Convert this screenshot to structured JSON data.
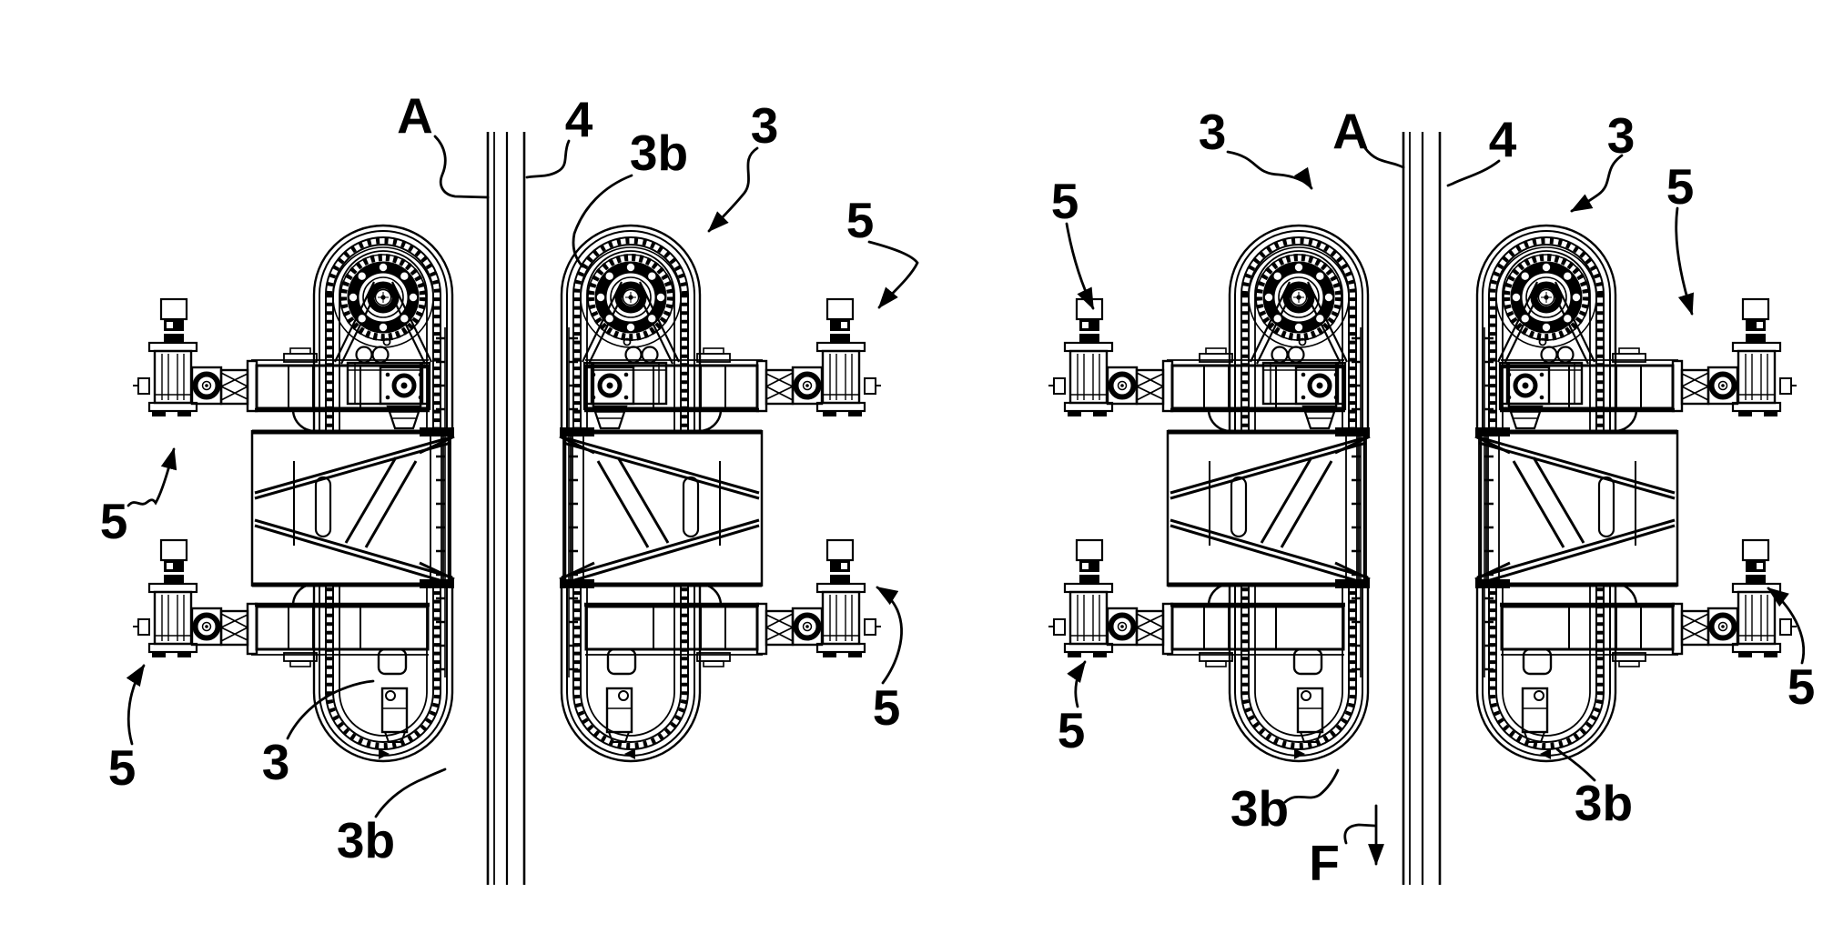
{
  "drawing": {
    "background": "#ffffff",
    "line_color": "#000000",
    "assemblies": {
      "left": {
        "labels": {
          "section_a": "A",
          "mast": "4",
          "chain_top": "3b",
          "track_top": "3",
          "motor_top_right": "5",
          "motor_mid_left": "5",
          "motor_bottom_left": "5",
          "motor_bottom_right": "5",
          "track_bottom": "3",
          "chain_bottom": "3b"
        }
      },
      "right": {
        "labels": {
          "track_top_left": "3",
          "section_a": "A",
          "mast": "4",
          "track_top_right": "3",
          "motor_top_left": "5",
          "motor_top_right": "5",
          "motor_bottom_left": "5",
          "motor_bottom_right": "5",
          "chain_bottom_left": "3b",
          "chain_bottom_right": "3b",
          "feed_direction": "F"
        }
      }
    }
  }
}
